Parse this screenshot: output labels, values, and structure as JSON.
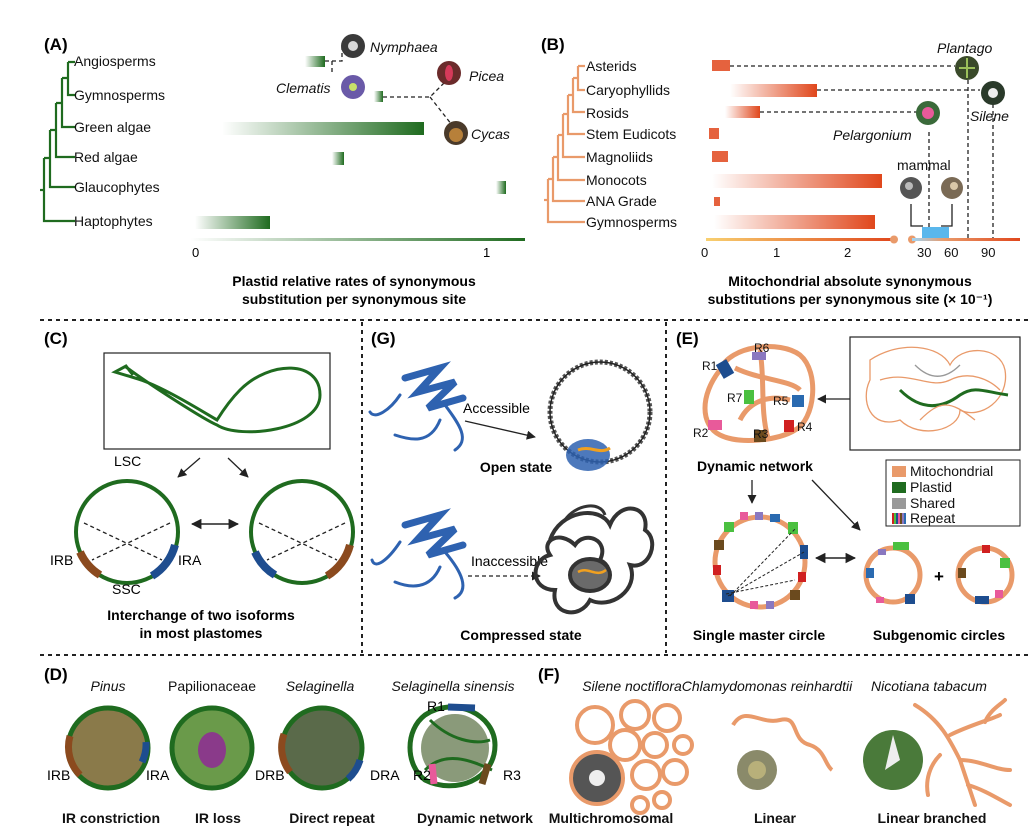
{
  "panelA": {
    "tag": "(A)",
    "clades": [
      "Angiosperms",
      "Gymnosperms",
      "Green algae",
      "Red algae",
      "Glaucophytes",
      "Haptophytes"
    ],
    "species": [
      "Nymphaea",
      "Clematis",
      "Picea",
      "Cycas"
    ],
    "axis_ticks": [
      "0",
      "1"
    ],
    "xlabel_line1": "Plastid relative rates of synonymous",
    "xlabel_line2": "substitution per synonymous site"
  },
  "panelB": {
    "tag": "(B)",
    "clades": [
      "Asterids",
      "Caryophyllids",
      "Rosids",
      "Stem Eudicots",
      "Magnoliids",
      "Monocots",
      "ANA Grade",
      "Gymnosperms"
    ],
    "species": [
      "Plantago",
      "Silene",
      "Pelargonium"
    ],
    "mammal_label": "mammal",
    "axis_ticks": [
      "0",
      "1",
      "2",
      "30",
      "60",
      "90"
    ],
    "xlabel_line1": "Mitochondrial absolute synonymous",
    "xlabel_line2": "substitutions per synonymous site (× 10⁻¹)"
  },
  "panelC": {
    "tag": "(C)",
    "lsc": "LSC",
    "ssc": "SSC",
    "irb": "IRB",
    "ira": "IRA",
    "caption_line1": "Interchange of two isoforms",
    "caption_line2": "in most plastomes"
  },
  "panelG": {
    "tag": "(G)",
    "accessible": "Accessible",
    "inaccessible": "Inaccessible",
    "open_state": "Open state",
    "compressed_state": "Compressed state"
  },
  "panelE": {
    "tag": "(E)",
    "repeats": [
      "R1",
      "R2",
      "R3",
      "R4",
      "R5",
      "R6",
      "R7"
    ],
    "dynamic_network": "Dynamic network",
    "legend": [
      "Mitochondrial",
      "Plastid",
      "Shared",
      "Repeat"
    ],
    "single_master": "Single master circle",
    "subgenomic": "Subgenomic circles",
    "plus": "+"
  },
  "panelD": {
    "tag": "(D)",
    "taxa": [
      "Pinus",
      "Papilionaceae",
      "Selaginella",
      "Selaginella sinensis"
    ],
    "captions": [
      "IR constriction",
      "IR loss",
      "Direct repeat",
      "Dynamic network"
    ],
    "labels": {
      "irb": "IRB",
      "ira": "IRA",
      "drb": "DRB",
      "dra": "DRA",
      "r1": "R1",
      "r2": "R2",
      "r3": "R3"
    }
  },
  "panelF": {
    "tag": "(F)",
    "taxa": [
      "Silene noctiflora",
      "Chlamydomonas reinhardtii",
      "Nicotiana tabacum"
    ],
    "captions": [
      "Multichromosomal",
      "Linear",
      "Linear branched"
    ]
  },
  "colors": {
    "plastid_green": "#1f6b1f",
    "mito_orange": "#e99a6a",
    "mito_red": "#e0471c",
    "repeat_blue": "#1e4d8f",
    "repeat_brown": "#8b4a1e",
    "protein_blue": "#2e62b0"
  }
}
